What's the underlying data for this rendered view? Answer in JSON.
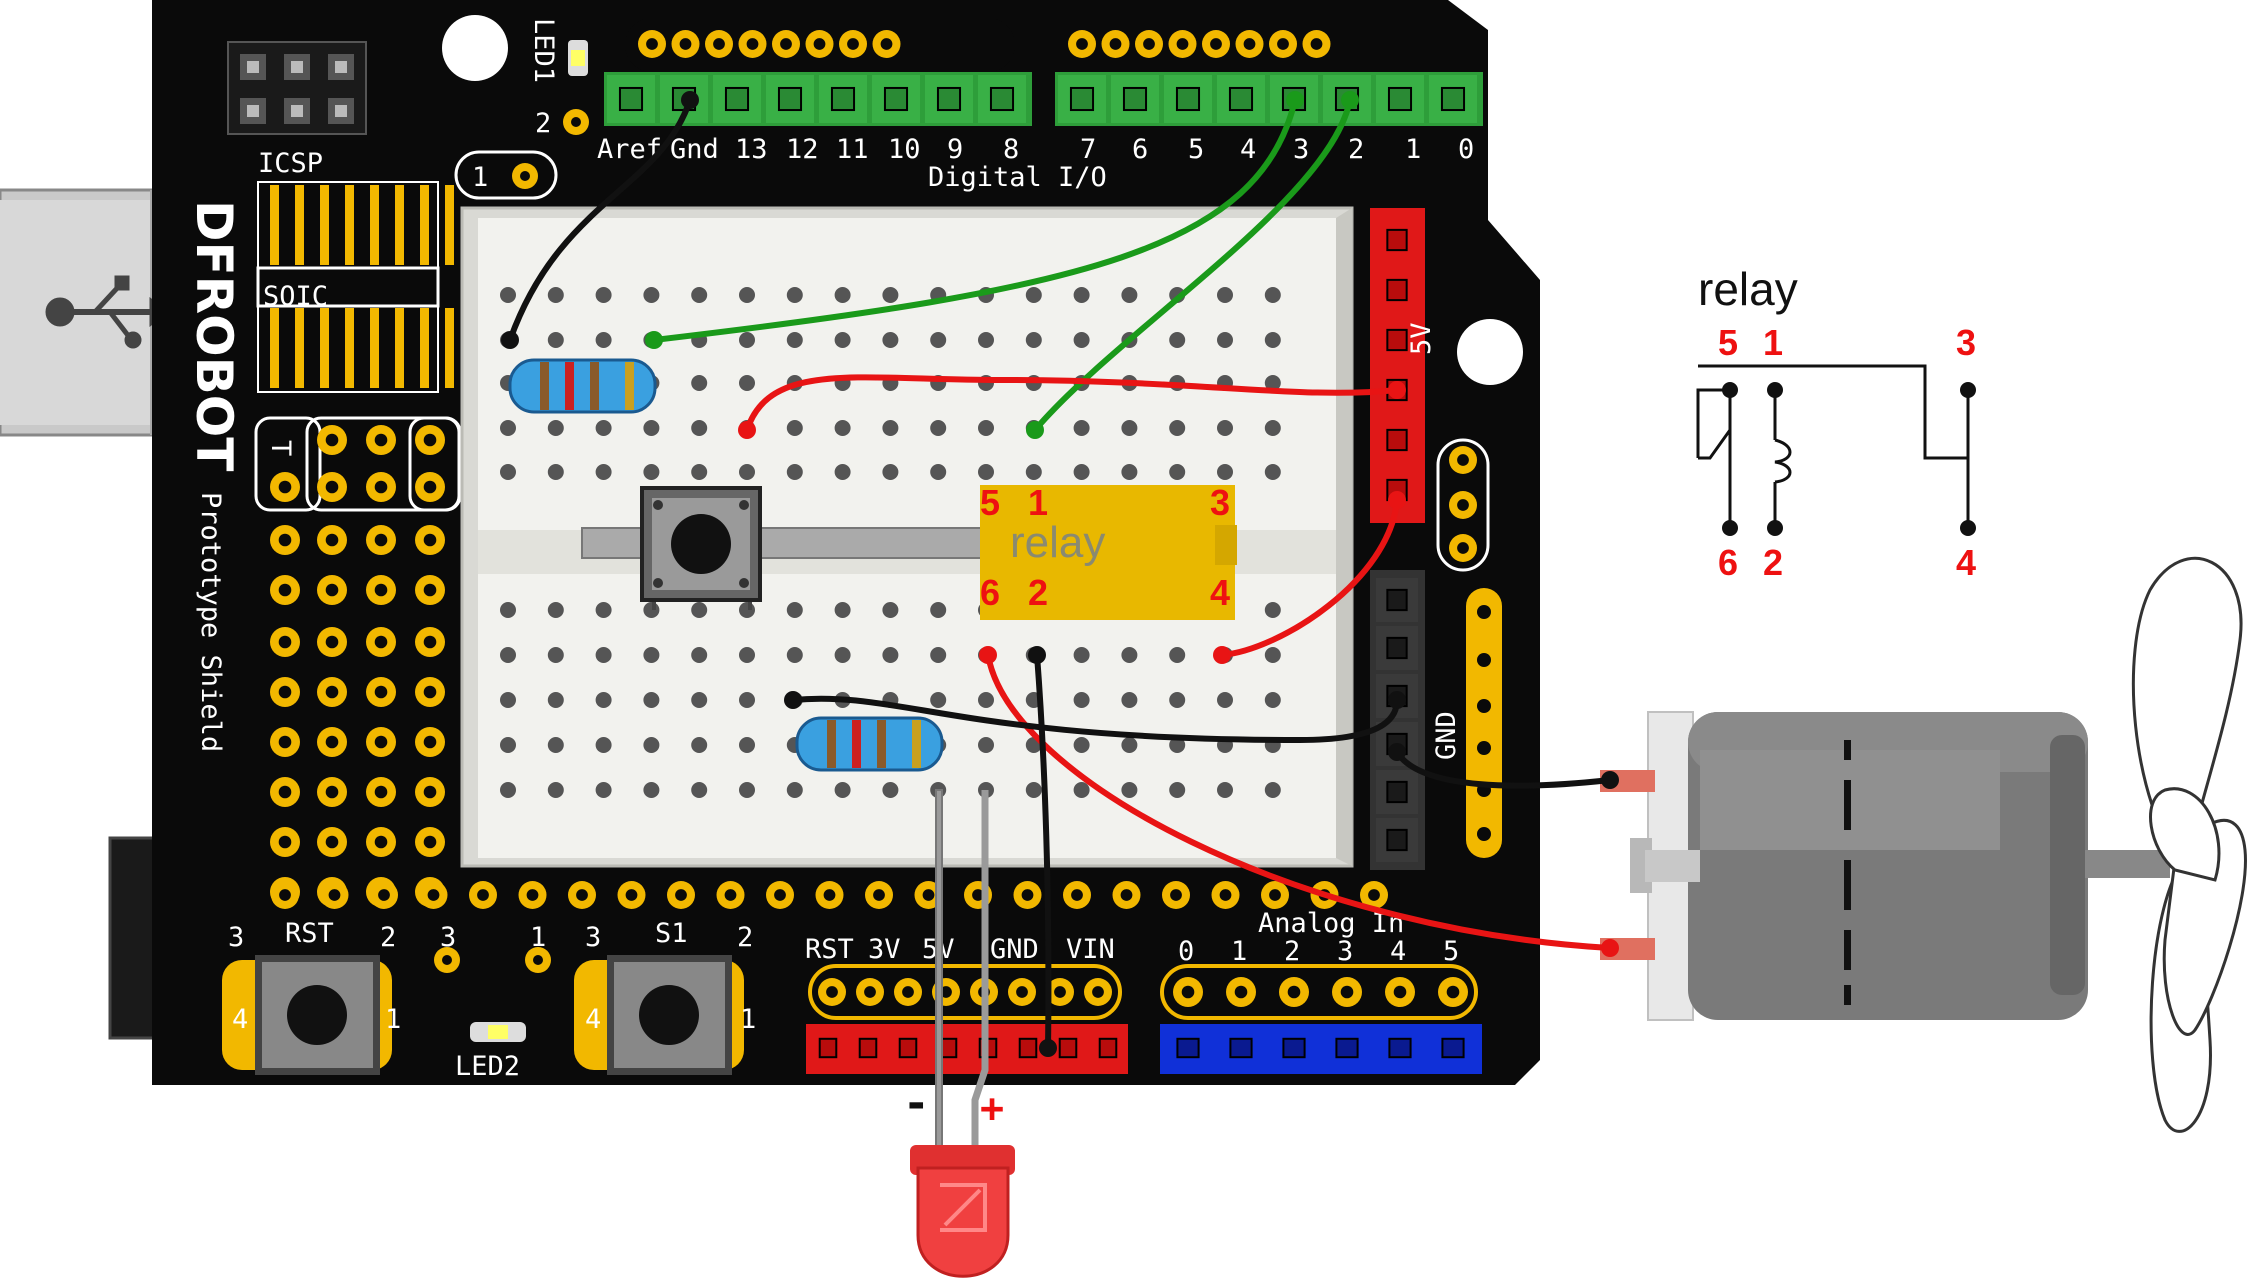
{
  "board": {
    "brand": "DFROBOT",
    "name": "Prototype Shield",
    "icsp_label": "ICSP",
    "soic_label": "SOIC",
    "led1_label": "LED1",
    "led2_label": "LED2",
    "digital_io_label": "Digital I/O",
    "analog_in_label": "Analog In",
    "digital_pins": [
      "Aref",
      "Gnd",
      "13",
      "12",
      "11",
      "10",
      "9",
      "8",
      "7",
      "6",
      "5",
      "4",
      "3",
      "2",
      "1",
      "0"
    ],
    "power_pins": [
      "RST",
      "3V",
      "5V",
      "GND",
      "VIN"
    ],
    "analog_pins": [
      "0",
      "1",
      "2",
      "3",
      "4",
      "5"
    ],
    "rail_5v_label": "5V",
    "rail_gnd_label": "GND",
    "rst_button": {
      "label": "RST",
      "pins": [
        "3",
        "2",
        "4",
        "1"
      ]
    },
    "s1_button": {
      "label": "S1",
      "pins": [
        "3",
        "2",
        "4",
        "1"
      ]
    },
    "small_labels": {
      "n1": "1",
      "n2": "2",
      "n3": "3",
      "t": "T"
    }
  },
  "relay_on_board": {
    "label": "relay",
    "pins_top": [
      "5",
      "1",
      "3"
    ],
    "pins_bottom": [
      "6",
      "2",
      "4"
    ]
  },
  "relay_schematic": {
    "title": "relay",
    "pins_top": [
      "5",
      "1",
      "3"
    ],
    "pins_bottom": [
      "6",
      "2",
      "4"
    ]
  },
  "led": {
    "minus": "-",
    "plus": "+"
  },
  "colors": {
    "board": "#0a0a0a",
    "header_green": "#2e9e3a",
    "header_red": "#e01818",
    "header_blue": "#1030d8",
    "pad_gold": "#f2b800",
    "wire_green": "#1a9a1a",
    "wire_red": "#e81414",
    "relay_yellow": "#e8b800",
    "breadboard": "#f2f2ee",
    "motor": "#7a7a7a"
  }
}
